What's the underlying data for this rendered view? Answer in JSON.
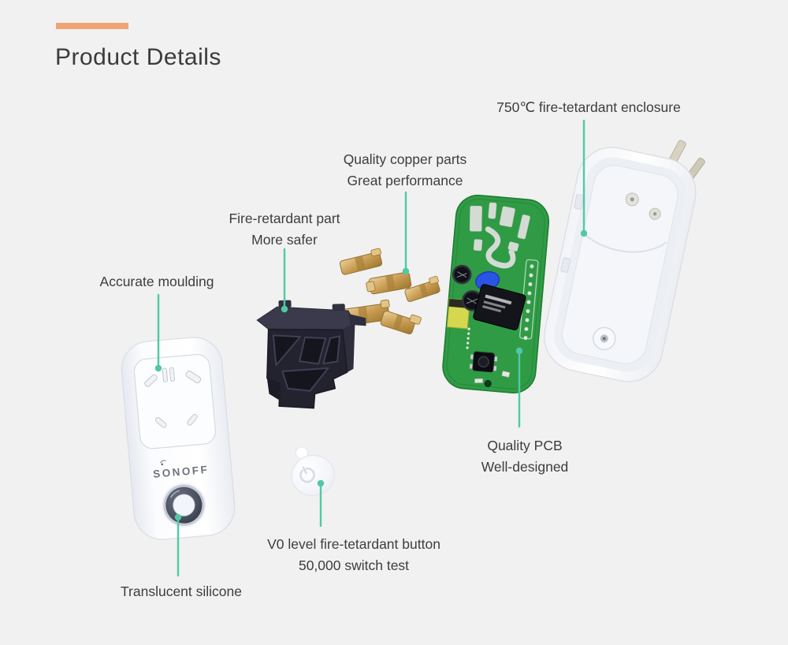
{
  "header": {
    "title": "Product Details"
  },
  "brand": {
    "logo": "SONOFF"
  },
  "annotations": {
    "enclosure": {
      "line1": "750℃ fire-tetardant enclosure"
    },
    "copper": {
      "line1": "Quality copper parts",
      "line2": "Great performance"
    },
    "fire_part": {
      "line1": "Fire-retardant part",
      "line2": "More safer"
    },
    "moulding": {
      "line1": "Accurate moulding"
    },
    "pcb": {
      "line1": "Quality PCB",
      "line2": "Well-designed"
    },
    "switch_button": {
      "line1": "V0 level fire-tetardant button",
      "line2": "50,000 switch test"
    },
    "silicone": {
      "line1": "Translucent silicone"
    }
  },
  "colors": {
    "background": "#f1f1f1",
    "label_text": "#3d3d3d",
    "leader_line": "#50c9a5",
    "accent_bar": "#f0a473",
    "pcb_green": "#2f9b45",
    "copper_gold": "#c99b52",
    "insulator_dark": "#23232f"
  }
}
